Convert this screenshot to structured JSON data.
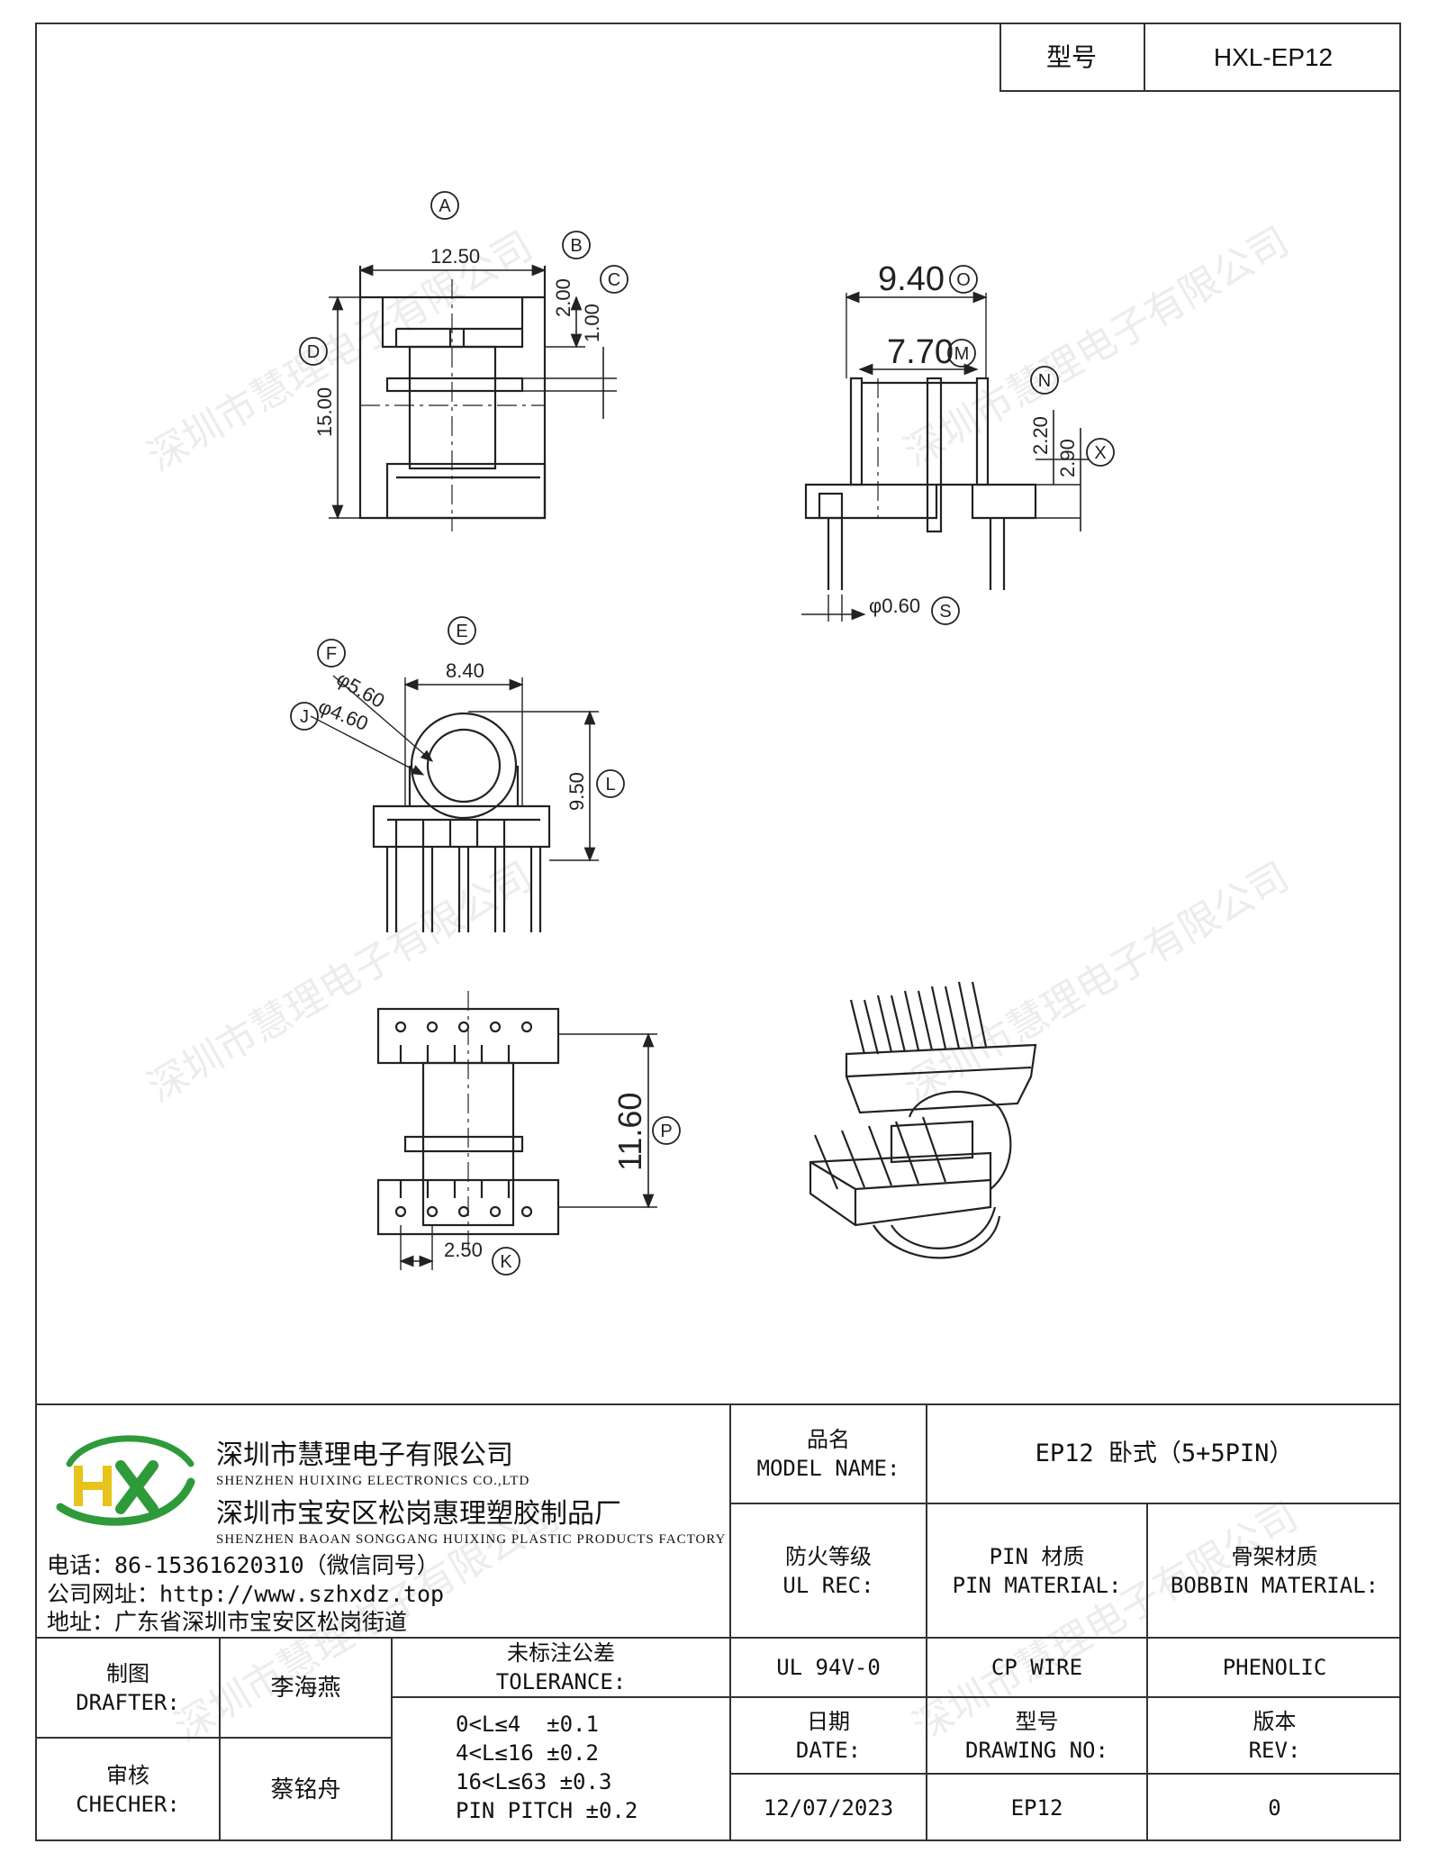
{
  "model_box": {
    "label": "型号",
    "value": "HXL-EP12"
  },
  "watermark": "深圳市慧理电子有限公司",
  "dimensions": {
    "a": "12.50",
    "b": "2.00",
    "c": "1.00",
    "d": "15.00",
    "e": "8.40",
    "f": "φ5.60",
    "j": "φ4.60",
    "l": "9.50",
    "o": "9.40",
    "m": "7.70",
    "n": "2.20",
    "x": "2.90",
    "s": "φ0.60",
    "p": "11.60",
    "k": "2.50"
  },
  "markers": {
    "a": "A",
    "b": "B",
    "c": "C",
    "d": "D",
    "e": "E",
    "f": "F",
    "j": "J",
    "l": "L",
    "o": "O",
    "m": "M",
    "n": "N",
    "x": "X",
    "s": "S",
    "p": "P",
    "k": "K"
  },
  "company": {
    "name_cn": "深圳市慧理电子有限公司",
    "name_en": "SHENZHEN HUIXING ELECTRONICS CO.,LTD",
    "factory_cn": "深圳市宝安区松岗惠理塑胶制品厂",
    "factory_en": "SHENZHEN BAOAN SONGGANG HUIXING PLASTIC PRODUCTS FACTORY",
    "phone": "电话：86-15361620310（微信同号）",
    "website": "公司网址：http://www.szhxdz.top",
    "address": "地址：广东省深圳市宝安区松岗街道"
  },
  "title_block": {
    "model_name_cn": "品名",
    "model_name_en": "MODEL NAME:",
    "model_name_value": "EP12 卧式（5+5PIN）",
    "ul_cn": "防火等级",
    "ul_en": "UL REC:",
    "ul_value": "UL 94V-0",
    "pin_cn": "PIN 材质",
    "pin_en": "PIN MATERIAL:",
    "pin_value": "CP WIRE",
    "bobbin_cn": "骨架材质",
    "bobbin_en": "BOBBIN MATERIAL:",
    "bobbin_value": "PHENOLIC",
    "drafter_cn": "制图",
    "drafter_en": "DRAFTER:",
    "drafter_value": "李海燕",
    "checker_cn": "审核",
    "checker_en": "CHECHER:",
    "checker_value": "蔡铭舟",
    "tolerance_cn": "未标注公差",
    "tolerance_en": "TOLERANCE:",
    "tolerance_lines": [
      "0<L≤4  ±0.1",
      "4<L≤16 ±0.2",
      "16<L≤63 ±0.3",
      "PIN PITCH ±0.2"
    ],
    "date_cn": "日期",
    "date_en": "DATE:",
    "date_value": "12/07/2023",
    "drawing_cn": "型号",
    "drawing_en": "DRAWING NO:",
    "drawing_value": "EP12",
    "rev_cn": "版本",
    "rev_en": "REV:",
    "rev_value": "0"
  },
  "logo": {
    "letters": "HX",
    "colors": {
      "green": "#2e9a3a",
      "yellow": "#e8c31a"
    }
  }
}
